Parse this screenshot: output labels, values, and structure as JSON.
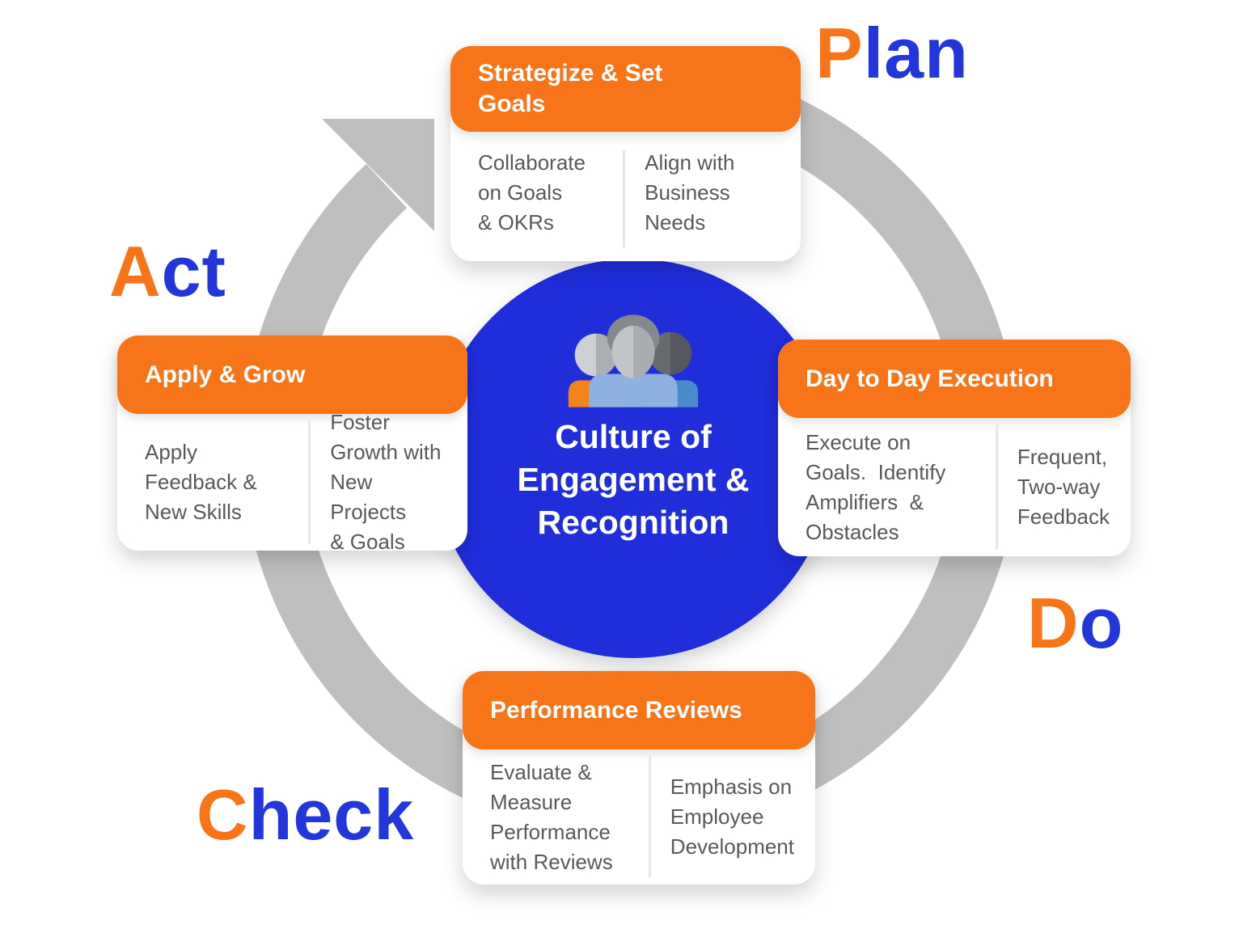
{
  "diagram": {
    "center": {
      "title": "Culture of\nEngagement &\nRecognition",
      "icon": "team-people-icon"
    },
    "stages": [
      {
        "id": "plan",
        "label_first": "P",
        "label_rest": "lan",
        "card": {
          "title": "Strategize & Set\nGoals",
          "left_text": "Collaborate\non Goals\n& OKRs",
          "right_text": "Align with\nBusiness Needs"
        }
      },
      {
        "id": "do",
        "label_first": "D",
        "label_rest": "o",
        "card": {
          "title": "Day to Day Execution",
          "left_text": "Execute on\nGoals.  Identify\nAmplifiers  &\nObstacles",
          "right_text": "Frequent,\nTwo-way\nFeedback"
        }
      },
      {
        "id": "check",
        "label_first": "C",
        "label_rest": "heck",
        "card": {
          "title": "Performance Reviews",
          "left_text": "Evaluate &\nMeasure\nPerformance\nwith Reviews",
          "right_text": "Emphasis on\nEmployee\nDevelopment"
        }
      },
      {
        "id": "act",
        "label_first": "A",
        "label_rest": "ct",
        "card": {
          "title": "Apply & Grow",
          "left_text": "Apply\nFeedback &\nNew Skills",
          "right_text": "Foster\nGrowth with\nNew Projects\n& Goals"
        }
      }
    ],
    "colors": {
      "accent_orange": "#F87418",
      "label_blue": "#2336DC",
      "hub_blue": "#1F2DDB",
      "ring_gray": "#BFBFBF",
      "body_text_gray": "#595959",
      "divider_gray": "#E7E7E7"
    }
  }
}
